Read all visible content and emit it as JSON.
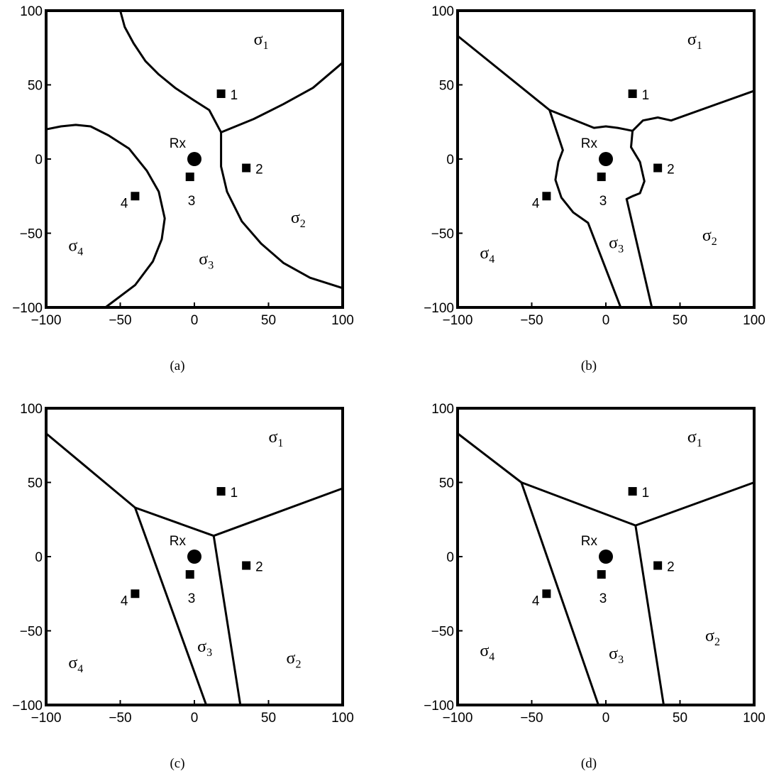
{
  "chart_data": [
    {
      "type": "diagram-plot",
      "caption": "(a)",
      "xlim": [
        -100,
        100
      ],
      "ylim": [
        -100,
        100
      ],
      "x_ticks": [
        "−100",
        "−50",
        "0",
        "50",
        "100"
      ],
      "y_ticks": [
        "−100",
        "−50",
        "0",
        "50",
        "100"
      ],
      "receiver": {
        "label": "Rx",
        "x": 0,
        "y": 0
      },
      "transmitters": [
        {
          "label": "1",
          "x": 18,
          "y": 44
        },
        {
          "label": "2",
          "x": 35,
          "y": -6
        },
        {
          "label": "3",
          "x": -3,
          "y": -12
        },
        {
          "label": "4",
          "x": -40,
          "y": -25
        }
      ],
      "regions": [
        {
          "sigma": "σ",
          "sub": "1",
          "x": 45,
          "y": 77
        },
        {
          "sigma": "σ",
          "sub": "2",
          "x": 70,
          "y": -43
        },
        {
          "sigma": "σ",
          "sub": "3",
          "x": 8,
          "y": -71
        },
        {
          "sigma": "σ",
          "sub": "4",
          "x": -80,
          "y": -62
        }
      ],
      "boundaries": [
        [
          [
            -50,
            100
          ],
          [
            -47,
            89
          ],
          [
            -41,
            78
          ],
          [
            -33,
            66
          ],
          [
            -24,
            57
          ],
          [
            -13,
            48
          ],
          [
            -1,
            40
          ],
          [
            10,
            33
          ],
          [
            18,
            18
          ]
        ],
        [
          [
            18,
            18
          ],
          [
            40,
            27
          ],
          [
            60,
            37
          ],
          [
            80,
            48
          ],
          [
            100,
            65
          ]
        ],
        [
          [
            18,
            18
          ],
          [
            18,
            -5
          ],
          [
            22,
            -22
          ],
          [
            32,
            -42
          ],
          [
            45,
            -57
          ],
          [
            60,
            -70
          ],
          [
            78,
            -80
          ],
          [
            100,
            -87
          ]
        ],
        [
          [
            -100,
            20
          ],
          [
            -90,
            22
          ],
          [
            -80,
            23
          ],
          [
            -70,
            22
          ],
          [
            -58,
            16
          ],
          [
            -44,
            7
          ],
          [
            -32,
            -8
          ],
          [
            -24,
            -22
          ],
          [
            -20,
            -40
          ],
          [
            -22,
            -54
          ],
          [
            -28,
            -69
          ],
          [
            -40,
            -85
          ],
          [
            -60,
            -100
          ]
        ]
      ]
    },
    {
      "type": "diagram-plot",
      "caption": "(b)",
      "xlim": [
        -100,
        100
      ],
      "ylim": [
        -100,
        100
      ],
      "x_ticks": [
        "−100",
        "−50",
        "0",
        "50",
        "100"
      ],
      "y_ticks": [
        "−100",
        "−50",
        "0",
        "50",
        "100"
      ],
      "receiver": {
        "label": "Rx",
        "x": 0,
        "y": 0
      },
      "transmitters": [
        {
          "label": "1",
          "x": 18,
          "y": 44
        },
        {
          "label": "2",
          "x": 35,
          "y": -6
        },
        {
          "label": "3",
          "x": -3,
          "y": -12
        },
        {
          "label": "4",
          "x": -40,
          "y": -25
        }
      ],
      "regions": [
        {
          "sigma": "σ",
          "sub": "1",
          "x": 60,
          "y": 77
        },
        {
          "sigma": "σ",
          "sub": "2",
          "x": 70,
          "y": -55
        },
        {
          "sigma": "σ",
          "sub": "3",
          "x": 7,
          "y": -60
        },
        {
          "sigma": "σ",
          "sub": "4",
          "x": -80,
          "y": -67
        }
      ],
      "boundaries": [
        [
          [
            -100,
            83
          ],
          [
            -38,
            33
          ],
          [
            -8,
            21
          ],
          [
            0,
            22
          ],
          [
            8,
            21
          ],
          [
            13,
            20
          ],
          [
            18,
            19
          ]
        ],
        [
          [
            18,
            19
          ],
          [
            17,
            8
          ],
          [
            23,
            -2
          ],
          [
            26,
            -15
          ],
          [
            23,
            -23
          ],
          [
            18,
            -25
          ],
          [
            14,
            -27
          ]
        ],
        [
          [
            18,
            19
          ],
          [
            25,
            26
          ],
          [
            35,
            28
          ],
          [
            44,
            26
          ],
          [
            100,
            46
          ]
        ],
        [
          [
            -38,
            33
          ],
          [
            -29,
            6
          ],
          [
            -32,
            -2
          ],
          [
            -34,
            -14
          ],
          [
            -30,
            -26
          ],
          [
            -22,
            -36
          ],
          [
            -12,
            -43
          ],
          [
            10,
            -100
          ]
        ],
        [
          [
            14,
            -27
          ],
          [
            31,
            -100
          ]
        ]
      ]
    },
    {
      "type": "diagram-plot",
      "caption": "(c)",
      "xlim": [
        -100,
        100
      ],
      "ylim": [
        -100,
        100
      ],
      "x_ticks": [
        "−100",
        "−50",
        "0",
        "50",
        "100"
      ],
      "y_ticks": [
        "−100",
        "−50",
        "0",
        "50",
        "100"
      ],
      "receiver": {
        "label": "Rx",
        "x": 0,
        "y": 0
      },
      "transmitters": [
        {
          "label": "1",
          "x": 18,
          "y": 44
        },
        {
          "label": "2",
          "x": 35,
          "y": -6
        },
        {
          "label": "3",
          "x": -3,
          "y": -12
        },
        {
          "label": "4",
          "x": -40,
          "y": -25
        }
      ],
      "regions": [
        {
          "sigma": "σ",
          "sub": "1",
          "x": 55,
          "y": 77
        },
        {
          "sigma": "σ",
          "sub": "2",
          "x": 67,
          "y": -72
        },
        {
          "sigma": "σ",
          "sub": "3",
          "x": 7,
          "y": -64
        },
        {
          "sigma": "σ",
          "sub": "4",
          "x": -80,
          "y": -75
        }
      ],
      "boundaries": [
        [
          [
            -100,
            83
          ],
          [
            -40,
            33
          ],
          [
            13,
            14
          ],
          [
            100,
            46
          ]
        ],
        [
          [
            -40,
            33
          ],
          [
            8,
            -100
          ]
        ],
        [
          [
            13,
            14
          ],
          [
            31,
            -100
          ]
        ]
      ]
    },
    {
      "type": "diagram-plot",
      "caption": "(d)",
      "xlim": [
        -100,
        100
      ],
      "ylim": [
        -100,
        100
      ],
      "x_ticks": [
        "−100",
        "−50",
        "0",
        "50",
        "100"
      ],
      "y_ticks": [
        "−100",
        "−50",
        "0",
        "50",
        "100"
      ],
      "receiver": {
        "label": "Rx",
        "x": 0,
        "y": 0
      },
      "transmitters": [
        {
          "label": "1",
          "x": 18,
          "y": 44
        },
        {
          "label": "2",
          "x": 35,
          "y": -6
        },
        {
          "label": "3",
          "x": -3,
          "y": -12
        },
        {
          "label": "4",
          "x": -40,
          "y": -25
        }
      ],
      "regions": [
        {
          "sigma": "σ",
          "sub": "1",
          "x": 60,
          "y": 77
        },
        {
          "sigma": "σ",
          "sub": "2",
          "x": 72,
          "y": -57
        },
        {
          "sigma": "σ",
          "sub": "3",
          "x": 7,
          "y": -69
        },
        {
          "sigma": "σ",
          "sub": "4",
          "x": -80,
          "y": -67
        }
      ],
      "boundaries": [
        [
          [
            -100,
            83
          ],
          [
            -57,
            50
          ],
          [
            20,
            21
          ],
          [
            100,
            50
          ]
        ],
        [
          [
            -57,
            50
          ],
          [
            -5,
            -100
          ]
        ],
        [
          [
            20,
            21
          ],
          [
            39,
            -100
          ]
        ]
      ]
    }
  ]
}
